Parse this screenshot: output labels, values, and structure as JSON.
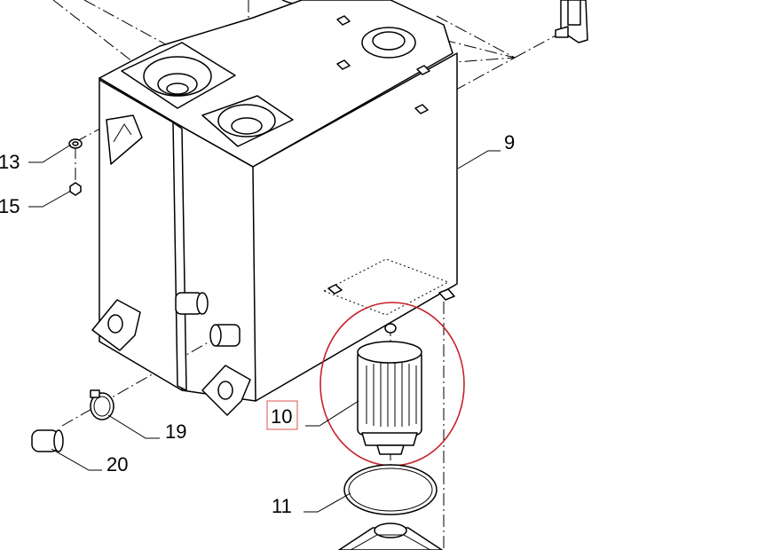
{
  "callouts": {
    "c13": "13",
    "c15": "15",
    "c9": "9",
    "c10": "10",
    "c11": "11",
    "c19": "19",
    "c20": "20"
  },
  "colors": {
    "highlight_ellipse": "#c8202a",
    "label_box": "#d9534f"
  }
}
